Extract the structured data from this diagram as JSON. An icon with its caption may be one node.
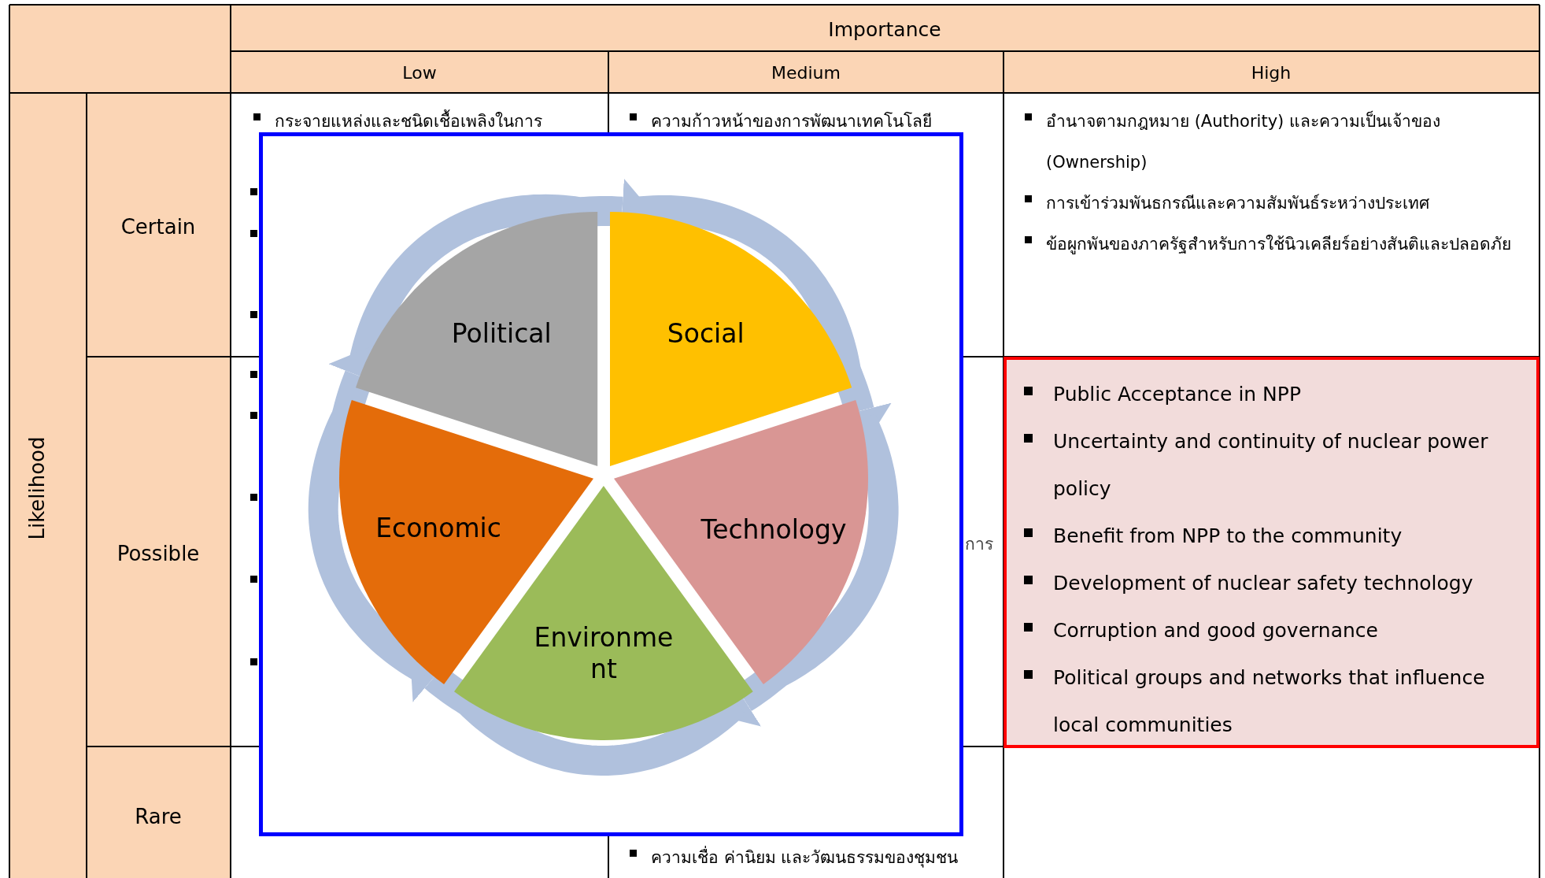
{
  "diagram": {
    "nodes": [
      {
        "text": [],
        "shape": "box"
      },
      {
        "text": [
          "Political"
        ],
        "in": 0
      },
      {
        "text": [
          "Social"
        ],
        "in": 0
      },
      {
        "text": [
          "Technology"
        ],
        "in": 0
      },
      {
        "text": [
          "Environme nt"
        ],
        "in": 0
      },
      {
        "text": [
          "Economic"
        ],
        "in": 0
      },
      {
        "text": [
          "Public Acceptance in NPP",
          "Uncertainty and continuity of nuclear power policy",
          "Benefit from NPP to the community",
          "Development of nuclear safety technology",
          "Corruption and good governance",
          "Political groups and networks that influence local communities"
        ]
      }
    ],
    "edges": [
      {
        "from": 1,
        "to": 2,
        "arrow": "to"
      },
      {
        "from": 2,
        "to": 3,
        "arrow": "to"
      },
      {
        "from": 3,
        "to": 4,
        "arrow": "to"
      },
      {
        "from": 4,
        "to": 5,
        "arrow": "to"
      },
      {
        "from": 5,
        "to": 1,
        "arrow": "to"
      }
    ],
    "labels": [
      "Importance",
      "Low",
      "Medium",
      "High",
      "Likelihood",
      "Certain",
      "กระจายแหล่งและชนิดเชื้อเพลิงในการ",
      "ความก้าวหน้าของการพัฒนาเทคโนโลยี",
      "อำนาจตามกฎหมาย (Authority) และความเป็นเจ้าของ (Ownership)",
      "การเข้าร่วมพันธกรณีและความสัมพันธ์ระหว่างประเทศ",
      "ข้อผูกพันของภาครัฐสำหรับการใช้นิวเคลียร์อย่างสันติและปลอดภัย",
      "Possible",
      "การ",
      "Rare",
      "ความเชื่อ ค่านิยม และวัฒนธรรมของชุมชน"
    ]
  }
}
